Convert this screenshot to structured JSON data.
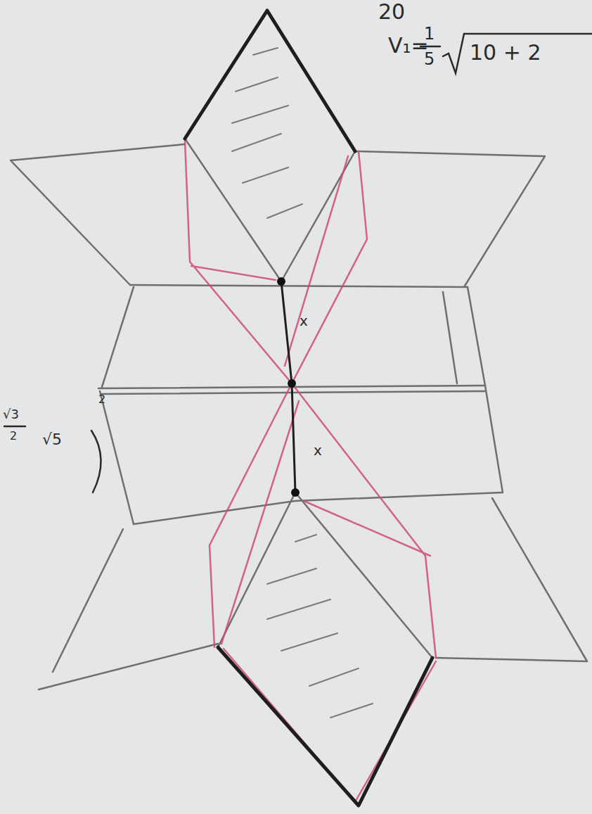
{
  "diagram": {
    "labels": [
      "20",
      "V₁=",
      "1",
      "5",
      "10 + 2",
      "x",
      "x",
      "√3",
      "2",
      "√5",
      "2"
    ]
  }
}
